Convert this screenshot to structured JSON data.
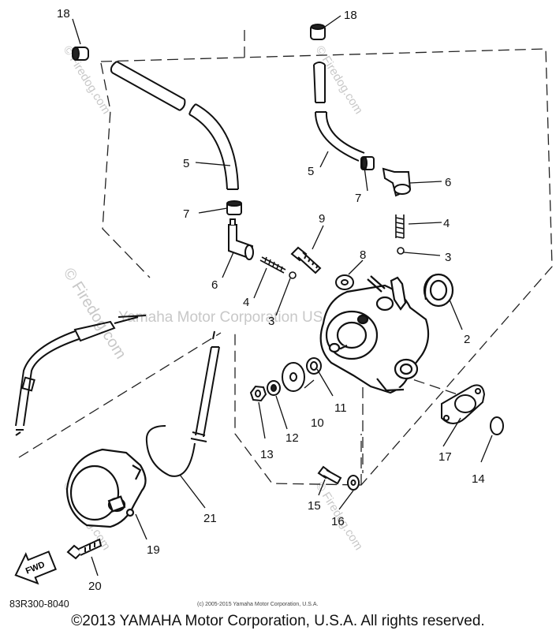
{
  "diagram_code": "83R300-8040",
  "small_copyright": "(c) 2005-2015 Yamaha Motor Corporation, U.S.A.",
  "copyright": "©2013 YAMAHA Motor Corporation, U.S.A. All rights reserved.",
  "watermarks": {
    "firedog": "© Firedog.com",
    "yamaha": "Yamaha Motor Corporation USA"
  },
  "fwd_label": "FWD",
  "callouts": {
    "c18_left": "18",
    "c18_right": "18",
    "c5_left": "5",
    "c5_right": "5",
    "c7_left": "7",
    "c7_right": "7",
    "c6_left": "6",
    "c6_right": "6",
    "c4_left": "4",
    "c4_right": "4",
    "c3_left": "3",
    "c3_right": "3",
    "c9": "9",
    "c8": "8",
    "c2": "2",
    "c10": "10",
    "c11": "11",
    "c12": "12",
    "c13": "13",
    "c14": "14",
    "c15": "15",
    "c16": "16",
    "c17": "17",
    "c19": "19",
    "c20": "20",
    "c21": "21"
  }
}
